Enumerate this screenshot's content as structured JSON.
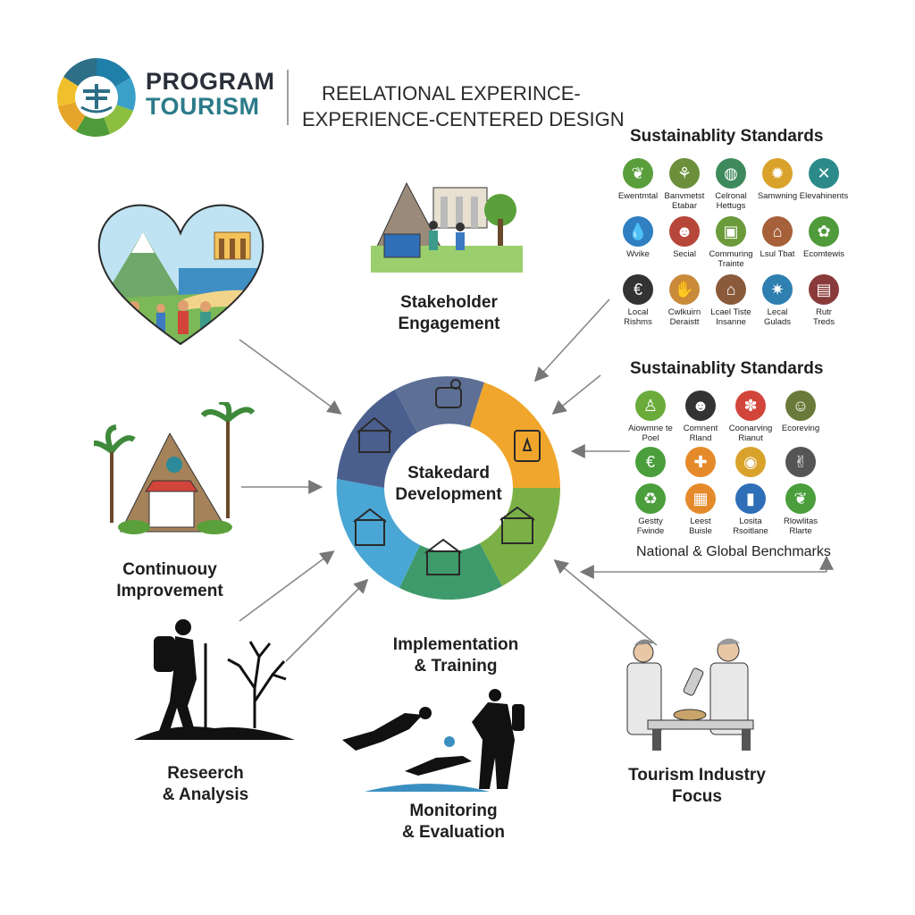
{
  "brand": {
    "line1": "PROGRAM",
    "line2": "TOURISM"
  },
  "tagline": {
    "line1": "REELATIONAL EXPERINCE-",
    "line2": "EXPERIENCE-CENTERED DESIGN"
  },
  "center": {
    "line1": "Stakedard",
    "line2": "Development"
  },
  "labels": {
    "stakeholder": {
      "line1": "Stakeholder",
      "line2": "Engagement"
    },
    "continuous": {
      "line1": "Continuouy",
      "line2": "Improvement"
    },
    "implementation": {
      "line1": "Implementation",
      "line2": "& Training"
    },
    "research": {
      "line1": "Reseerch",
      "line2": "& Analysis"
    },
    "monitoring": {
      "line1": "Monitoring",
      "line2": "& Evaluation"
    },
    "industry": {
      "line1": "Tourism Industry",
      "line2": "Focus"
    }
  },
  "standards_top": {
    "title": "Sustainablity Standards",
    "items": [
      {
        "l1": "Ewentmtal",
        "l2": "",
        "icon": "leaf-icon",
        "color": "#5a9e3c"
      },
      {
        "l1": "Banvmetst",
        "l2": "Etabar",
        "icon": "sprout-icon",
        "color": "#6b8f3a"
      },
      {
        "l1": "Celronal",
        "l2": "Hettugs",
        "icon": "globe-icon",
        "color": "#3f8a5c"
      },
      {
        "l1": "Samwning",
        "l2": "",
        "icon": "sun-icon",
        "color": "#d9a22b"
      },
      {
        "l1": "Elevahinents",
        "l2": "",
        "icon": "tools-icon",
        "color": "#2c8a8a"
      },
      {
        "l1": "Wvike",
        "l2": "",
        "icon": "water-drop-icon",
        "color": "#2f7fc1"
      },
      {
        "l1": "Secial",
        "l2": "",
        "icon": "people-icon",
        "color": "#b7473a"
      },
      {
        "l1": "Commuring",
        "l2": "Trainte",
        "icon": "market-icon",
        "color": "#6a9a3a"
      },
      {
        "l1": "Lsul Tbat",
        "l2": "",
        "icon": "shop-icon",
        "color": "#a6603a"
      },
      {
        "l1": "Ecomtewis",
        "l2": "",
        "icon": "bush-icon",
        "color": "#4f9a3a"
      },
      {
        "l1": "Local",
        "l2": "Rishms",
        "icon": "euro-icon",
        "color": "#333333"
      },
      {
        "l1": "Cwlkuirn",
        "l2": "Deraistt",
        "icon": "handshake-icon",
        "color": "#c98a3a"
      },
      {
        "l1": "Lcael Tiste",
        "l2": "Insanne",
        "icon": "house-icon",
        "color": "#8a5a3a"
      },
      {
        "l1": "Lecal",
        "l2": "Gulads",
        "icon": "compass-icon",
        "color": "#2f7fb0"
      },
      {
        "l1": "Rutr",
        "l2": "Treds",
        "icon": "document-icon",
        "color": "#8a3a3a"
      }
    ]
  },
  "standards_mid": {
    "title": "Sustainablity Standards",
    "items": [
      {
        "l1": "Aiowmne te",
        "l2": "Poel",
        "icon": "figure-icon",
        "color": "#6aab3a"
      },
      {
        "l1": "Comnent",
        "l2": "Rland",
        "icon": "people-icon",
        "color": "#333333"
      },
      {
        "l1": "Coonarving",
        "l2": "Rianut",
        "icon": "flower-icon",
        "color": "#d2453a"
      },
      {
        "l1": "Ecoreving",
        "l2": "",
        "icon": "group-icon",
        "color": "#6a7a3a"
      },
      {
        "l1": "",
        "l2": "",
        "icon": "euro-icon",
        "color": "#4a9e3c"
      },
      {
        "l1": "",
        "l2": "",
        "icon": "puzzle-icon",
        "color": "#e58a2a"
      },
      {
        "l1": "",
        "l2": "",
        "icon": "person-circle-icon",
        "color": "#d9a22b"
      },
      {
        "l1": "",
        "l2": "",
        "icon": "hands-icon",
        "color": "#555555"
      },
      {
        "l1": "Gestty",
        "l2": "Fwinde",
        "icon": "recycle-icon",
        "color": "#4a9e3c"
      },
      {
        "l1": "Leest",
        "l2": "Buisle",
        "icon": "box-icon",
        "color": "#e58a2a"
      },
      {
        "l1": "Losita",
        "l2": "Rsoitlane",
        "icon": "bottle-icon",
        "color": "#2f6fb8"
      },
      {
        "l1": "Rlowlitas",
        "l2": "Rlarte",
        "icon": "leaf-icon",
        "color": "#4a9e3c"
      }
    ],
    "benchmarks": "National & Global Benchmarks"
  },
  "colors": {
    "cycle_navy": "#4a5f8e",
    "cycle_orange": "#f0a62c",
    "cycle_green": "#7bb046",
    "cycle_teal": "#3e9a6a",
    "cycle_blue": "#4aa6d4"
  }
}
